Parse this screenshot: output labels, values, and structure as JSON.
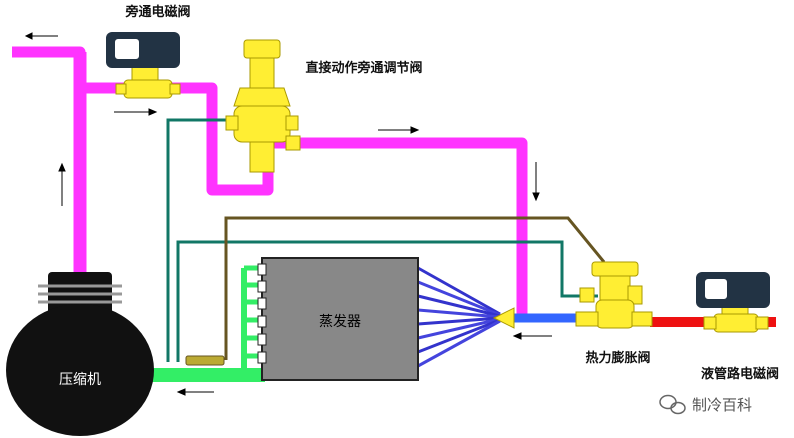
{
  "labels": {
    "bypass_solenoid": "旁通电磁阀",
    "direct_bypass_valve": "直接动作旁通调节阀",
    "evaporator": "蒸发器",
    "compressor": "压缩机",
    "txv": "热力膨胀阀",
    "liquid_solenoid": "液管路电磁阀"
  },
  "watermark": "制冷百科",
  "colors": {
    "hot_gas": "#ff33ff",
    "suction": "#33ee66",
    "liquid": "#ee1111",
    "mix": "#3366ff",
    "valve_body": "#ffee33",
    "equalizer": "#117766",
    "sensing": "#665522",
    "evaporator": "#888888",
    "compressor": "#111111",
    "solenoid_coil": "#223344"
  }
}
